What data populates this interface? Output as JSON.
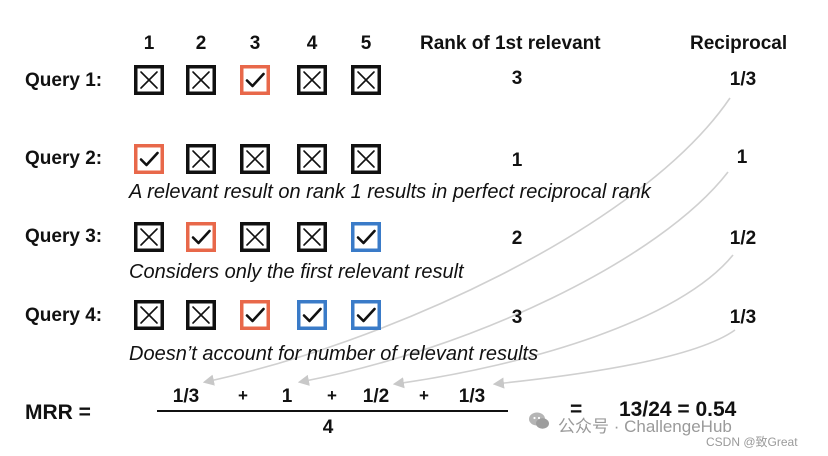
{
  "columns": [
    "1",
    "2",
    "3",
    "4",
    "5"
  ],
  "headers": {
    "rank": "Rank of 1st relevant",
    "reciprocal": "Reciprocal"
  },
  "queries": [
    {
      "label": "Query 1:",
      "rank": "3",
      "reciprocal": "1/3",
      "boxes": [
        "x",
        "x",
        "check-orange",
        "x",
        "x"
      ]
    },
    {
      "label": "Query 2:",
      "rank": "1",
      "reciprocal": "1",
      "boxes": [
        "check-orange",
        "x",
        "x",
        "x",
        "x"
      ]
    },
    {
      "label": "Query 3:",
      "rank": "2",
      "reciprocal": "1/2",
      "boxes": [
        "x",
        "check-orange",
        "x",
        "x",
        "check-blue"
      ]
    },
    {
      "label": "Query 4:",
      "rank": "3",
      "reciprocal": "1/3",
      "boxes": [
        "x",
        "x",
        "check-orange",
        "check-blue",
        "check-blue"
      ]
    }
  ],
  "notes": [
    "A relevant result on rank 1 results in perfect reciprocal rank",
    "Considers only the first relevant result",
    "Doesn’t account for number of relevant results"
  ],
  "formula": {
    "label": "MRR =",
    "terms": [
      "1/3",
      "1",
      "1/2",
      "1/3"
    ],
    "plus": "+",
    "denominator": "4",
    "equals": "=",
    "result": "13/24 = 0.54"
  },
  "watermark": {
    "main": "公众号 · ChallengeHub",
    "sub": "CSDN @致Great"
  },
  "colors": {
    "orange": "#e8684a",
    "blue": "#3a7bc8",
    "box": "#111111",
    "arrow": "#d0d0d0"
  }
}
